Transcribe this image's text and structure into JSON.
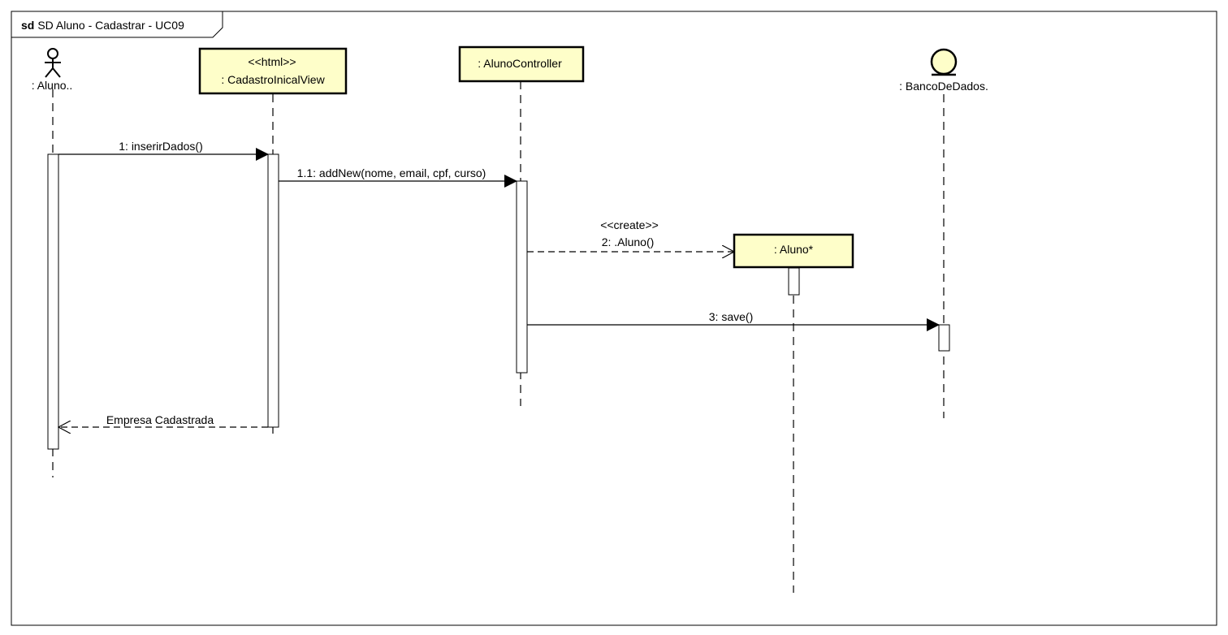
{
  "frame": {
    "keyword": "sd",
    "title": "SD Aluno - Cadastrar - UC09"
  },
  "colors": {
    "box_fill": "#fefec9",
    "stroke": "#000000",
    "background": "#ffffff"
  },
  "participants": {
    "actor": {
      "label": ": Aluno..",
      "icon": "actor-stick-figure-icon"
    },
    "view": {
      "stereotype": "<<html>>",
      "label": ": CadastroInicalView"
    },
    "controller": {
      "label": ": AlunoController"
    },
    "entity": {
      "label": ": Aluno*"
    },
    "database": {
      "label": ": BancoDeDados.",
      "icon": "entity-circle-icon"
    }
  },
  "messages": {
    "m1": {
      "label": "1: inserirDados()",
      "kind": "synchronous"
    },
    "m11": {
      "label": "1.1: addNew(nome, email, cpf, curso)",
      "kind": "synchronous"
    },
    "m2": {
      "stereotype": "<<create>>",
      "label": "2: .Aluno()",
      "kind": "create"
    },
    "m3": {
      "label": "3: save()",
      "kind": "synchronous"
    },
    "ret": {
      "label": "Empresa Cadastrada",
      "kind": "return"
    }
  }
}
